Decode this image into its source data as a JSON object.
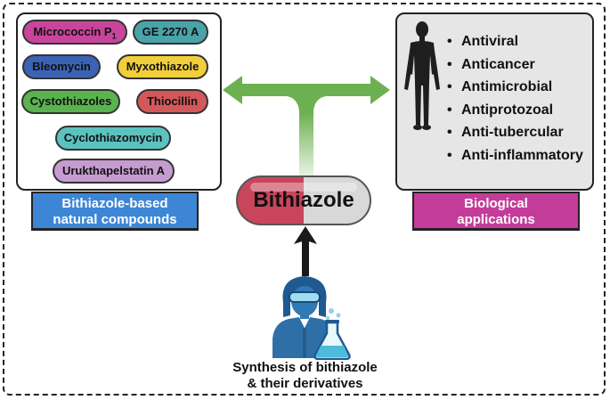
{
  "left_panel": {
    "compounds": [
      {
        "name": "Micrococcin P",
        "subscript": "1",
        "color": "#c8459b"
      },
      {
        "name": "GE 2270 A",
        "color": "#4aa3a8"
      },
      {
        "name": "Bleomycin",
        "color": "#3a63b5"
      },
      {
        "name": "Myxothiazole",
        "color": "#f1cf3a"
      },
      {
        "name": "Cystothiazoles",
        "color": "#5ab34e"
      },
      {
        "name": "Thiocillin",
        "color": "#d3585a"
      },
      {
        "name": "Cyclothiazomycin",
        "color": "#5cc2c0"
      },
      {
        "name": "Urukthapelstatin A",
        "color": "#c59bd0"
      }
    ],
    "label_line1": "Bithiazole-based",
    "label_line2": "natural compounds",
    "label_color": "#3d86d6"
  },
  "right_panel": {
    "applications": [
      "Antiviral",
      "Anticancer",
      "Antimicrobial",
      "Antiprotozoal",
      "Anti-tubercular",
      "Anti-inflammatory"
    ],
    "label_line1": "Biological",
    "label_line2": "applications",
    "label_color": "#c43c9a",
    "figure_icon": "human-body-icon"
  },
  "center": {
    "capsule_text": "Bithiazole",
    "arrow_color": "#6db052",
    "scientist_icon": "scientist-icon",
    "flask_icon": "flask-icon"
  },
  "bottom": {
    "caption_line1": "Synthesis of bithiazole",
    "caption_line2": "& their derivatives"
  }
}
